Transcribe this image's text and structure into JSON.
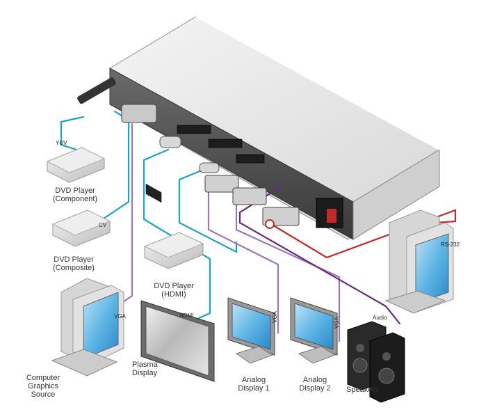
{
  "labels": {
    "yuv": "YUV",
    "cv": "CV",
    "hdmi_top": "HDMI",
    "hdmi_bottom": "HDMI",
    "vga_left": "VGA",
    "vga_display1": "VGA",
    "vga_display2": "VGA",
    "audio": "Audio",
    "rs232": "RS-232"
  },
  "devices": {
    "dvd_component": [
      "DVD Player",
      "(Component)"
    ],
    "dvd_composite": [
      "DVD Player",
      "(Composite)"
    ],
    "dvd_hdmi": [
      "DVD Player",
      "(HDMI)"
    ],
    "computer_source": [
      "Computer",
      "Graphics",
      "Source"
    ],
    "plasma": [
      "Plasma",
      "Display"
    ],
    "analog1": [
      "Analog",
      "Display 1"
    ],
    "analog2": [
      "Analog",
      "Display 2"
    ],
    "speakers": "Speakers"
  },
  "colors": {
    "cyan_cable": "#1aa3c8",
    "purple_cable": "#9a78b8",
    "dark_purple_cable": "#6a2a7a",
    "red_cable": "#c22a2a"
  }
}
